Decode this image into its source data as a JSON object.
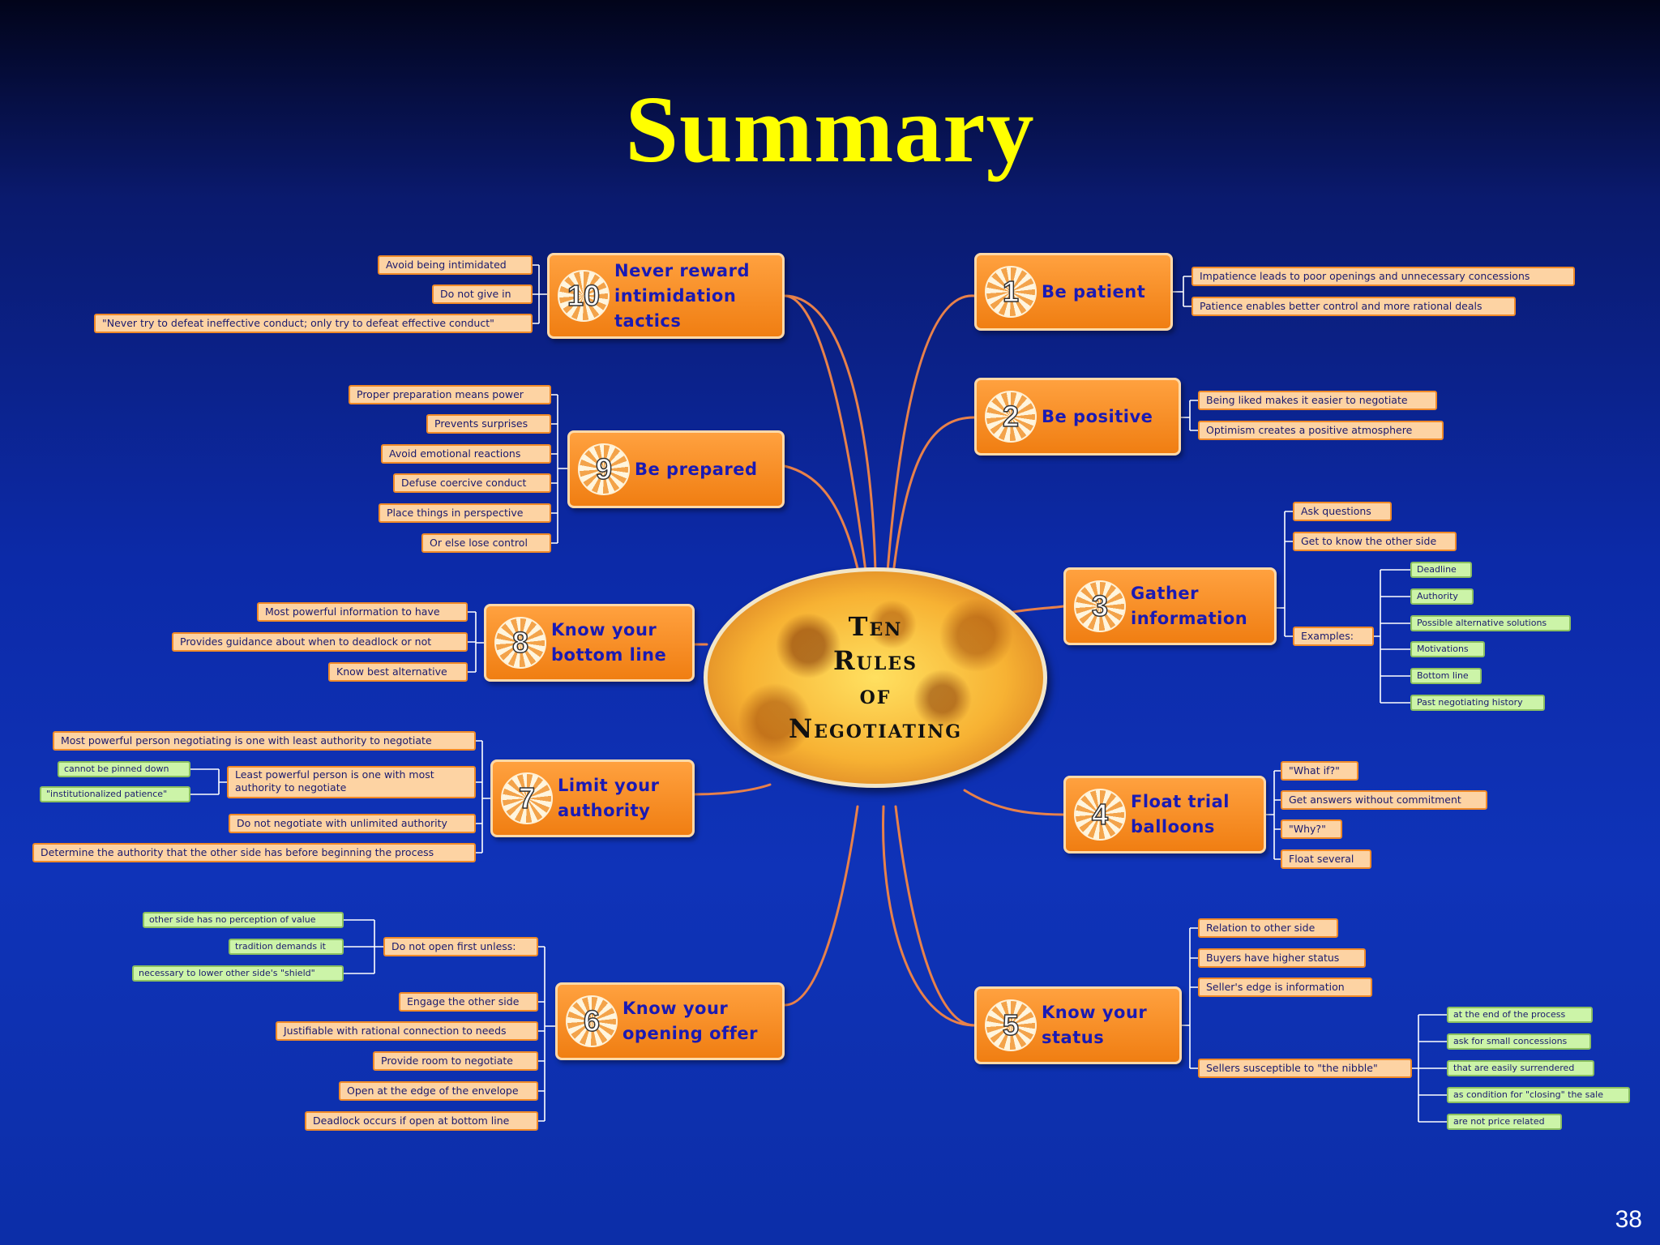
{
  "title": "Summary",
  "page_number": "38",
  "center": {
    "lines": [
      "Ten",
      "Rules",
      "of",
      "Negotiating"
    ]
  },
  "rules": [
    {
      "number": "1",
      "label": [
        "Be patient"
      ],
      "items": [
        "Impatience leads to poor openings and unnecessary concessions",
        "Patience enables better control and more rational deals"
      ]
    },
    {
      "number": "2",
      "label": [
        "Be positive"
      ],
      "items": [
        "Being liked makes it easier to negotiate",
        "Optimism creates a positive atmosphere"
      ]
    },
    {
      "number": "3",
      "label": [
        "Gather",
        "information"
      ],
      "items": [
        "Ask questions",
        "Get to know the other side",
        "Examples:"
      ],
      "examples": [
        "Deadline",
        "Authority",
        "Possible alternative solutions",
        "Motivations",
        "Bottom line",
        "Past negotiating history"
      ]
    },
    {
      "number": "4",
      "label": [
        "Float trial",
        "balloons"
      ],
      "items": [
        "\"What if?\"",
        "Get answers without commitment",
        "\"Why?\"",
        "Float several"
      ]
    },
    {
      "number": "5",
      "label": [
        "Know your",
        "status"
      ],
      "items": [
        "Relation to other side",
        "Buyers have higher status",
        "Seller's edge is information",
        "Sellers susceptible to \"the nibble\""
      ],
      "nibble": [
        "at the end of the process",
        "ask for small concessions",
        "that are easily surrendered",
        "as condition for \"closing\" the sale",
        "are not price related"
      ]
    },
    {
      "number": "6",
      "label": [
        "Know your",
        "opening offer"
      ],
      "items": [
        "Do not open first unless:",
        "Engage the other side",
        "Justifiable with rational connection to needs",
        "Provide room to negotiate",
        "Open at the edge of the envelope",
        "Deadlock occurs if open at bottom line"
      ],
      "unless": [
        "other side has no perception of value",
        "tradition demands it",
        "necessary to lower other side's \"shield\""
      ]
    },
    {
      "number": "7",
      "label": [
        "Limit your",
        "authority"
      ],
      "items": [
        "Most powerful person negotiating is one with least authority to negotiate",
        "Least powerful person is one with most authority to negotiate",
        "Do not negotiate with unlimited authority",
        "Determine the authority that the other side has before beginning the process"
      ],
      "least": [
        "cannot be pinned down",
        "\"institutionalized patience\""
      ]
    },
    {
      "number": "8",
      "label": [
        "Know your",
        "bottom line"
      ],
      "items": [
        "Most powerful information to have",
        "Provides guidance about when to deadlock or not",
        "Know best alternative"
      ]
    },
    {
      "number": "9",
      "label": [
        "Be prepared"
      ],
      "items": [
        "Proper preparation means power",
        "Prevents surprises",
        "Avoid emotional reactions",
        "Defuse coercive conduct",
        "Place things in perspective",
        "Or else lose control"
      ]
    },
    {
      "number": "10",
      "label": [
        "Never reward",
        "intimidation",
        "tactics"
      ],
      "items": [
        "Avoid being intimidated",
        "Do not give in",
        "\"Never try to defeat ineffective conduct; only try to defeat effective conduct\""
      ]
    }
  ],
  "colors": {
    "title": "#ffff00",
    "node": "#f58a1f",
    "leaf": "#fdd3a3",
    "sub_leaf": "#ccf4a8",
    "node_text": "#1a1ab4",
    "background": "#0c2aa8"
  }
}
